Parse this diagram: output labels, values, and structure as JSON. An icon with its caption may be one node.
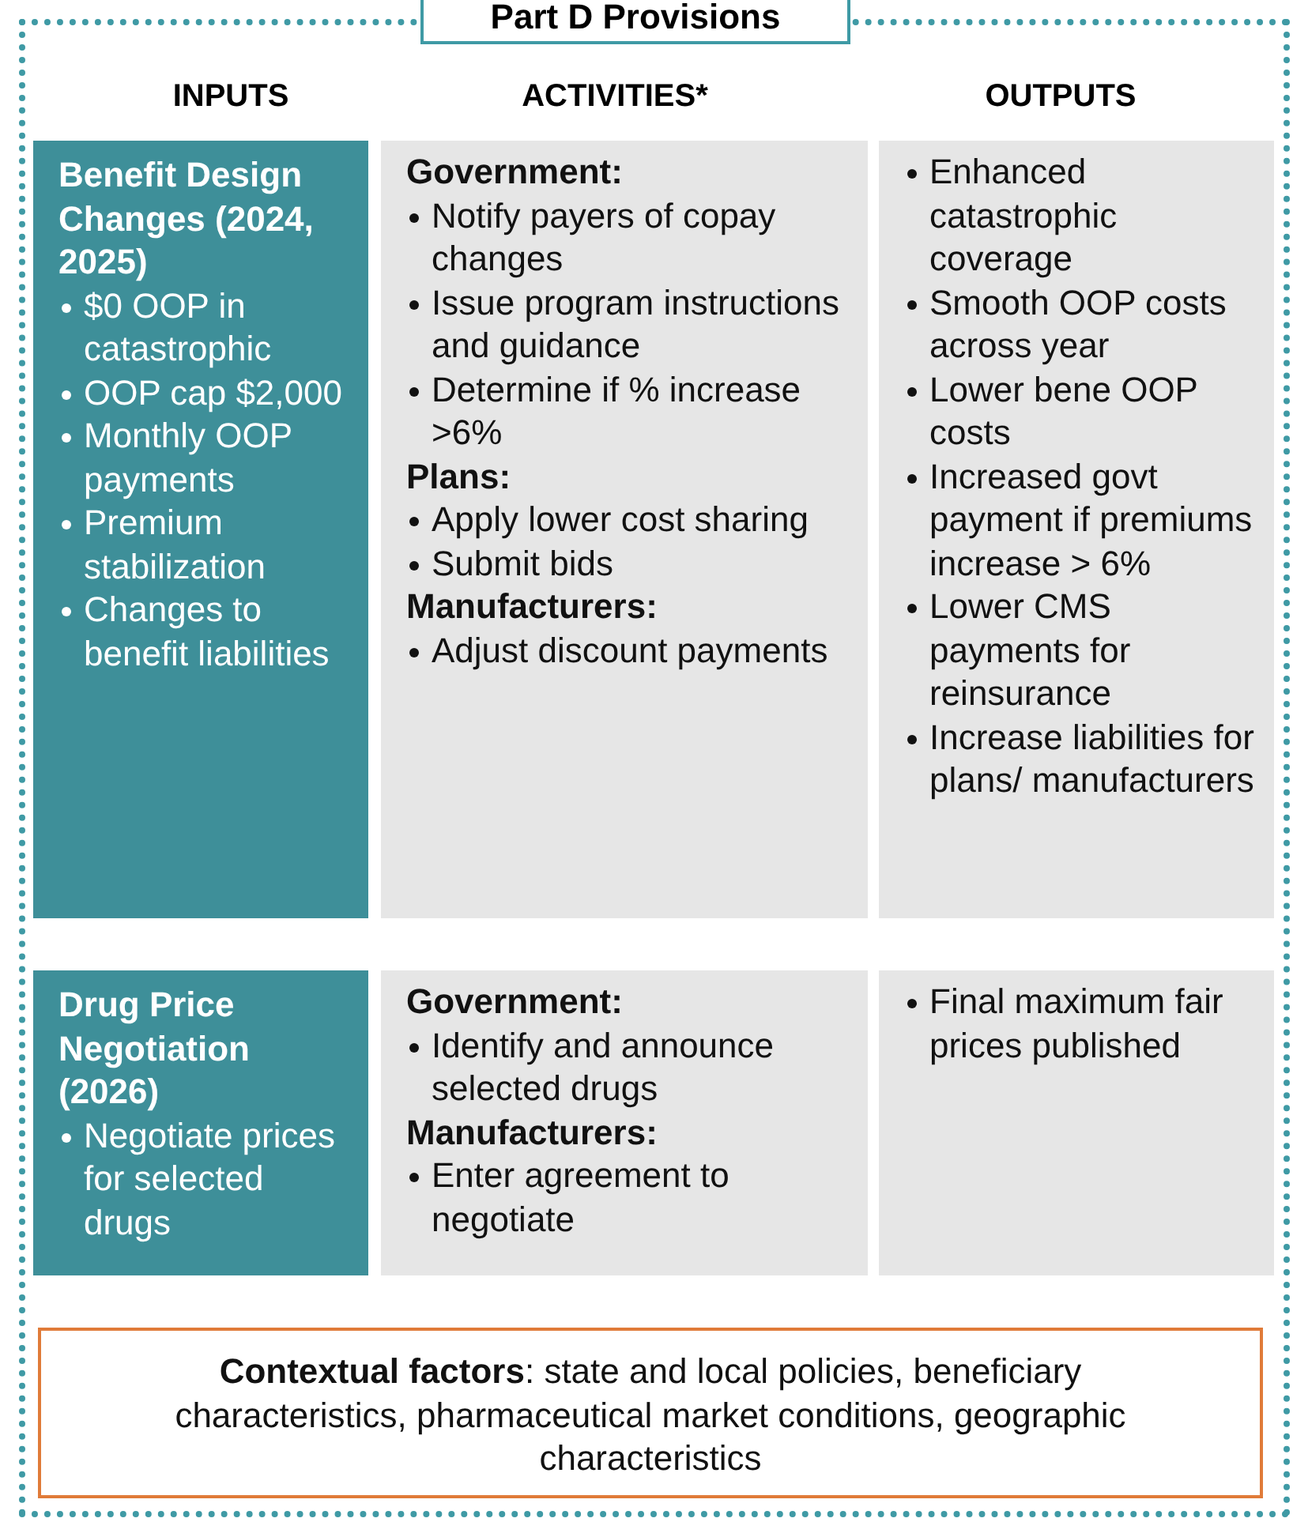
{
  "diagram": {
    "nodes": [
      {
        "text": [
          "Part D Provisions"
        ]
      },
      {
        "text": [
          "Benefit Design Changes (2024, 2025)",
          "$0 OOP in catastrophic",
          "OOP cap $2,000",
          "Monthly OOP payments",
          "Premium stabilization",
          "Changes to benefit liabilities"
        ],
        "in": 0
      },
      {
        "text": [
          "Government:",
          "Notify payers of copay changes",
          "Issue program instructions and guidance",
          "Determine if % increase >6%",
          "Plans:",
          "Apply lower cost sharing",
          "Submit bids",
          "Manufacturers:",
          "Adjust discount payments"
        ],
        "in": 0
      },
      {
        "text": [
          "Enhanced catastrophic coverage",
          "Smooth OOP costs across year",
          "Lower bene OOP costs",
          "Increased govt payment if premiums increase > 6%",
          "Lower CMS payments for reinsurance",
          "Increase liabilities for plans/ manufacturers"
        ],
        "in": 0
      },
      {
        "text": [
          "Drug Price Negotiation (2026)",
          "Negotiate prices for selected drugs"
        ],
        "in": 0
      },
      {
        "text": [
          "Government:",
          "Identify and announce selected drugs",
          "Manufacturers:",
          "Enter agreement to negotiate"
        ],
        "in": 0
      },
      {
        "text": [
          "Final maximum fair prices published"
        ],
        "in": 0
      },
      {
        "text": [
          "**Contextual factors**: state and local policies, beneficiary characteristics, pharmaceutical market conditions, geographic characteristics"
        ],
        "in": 0
      }
    ],
    "edges": [],
    "labels": [
      "INPUTS",
      "ACTIVITIES*",
      "OUTPUTS"
    ]
  }
}
